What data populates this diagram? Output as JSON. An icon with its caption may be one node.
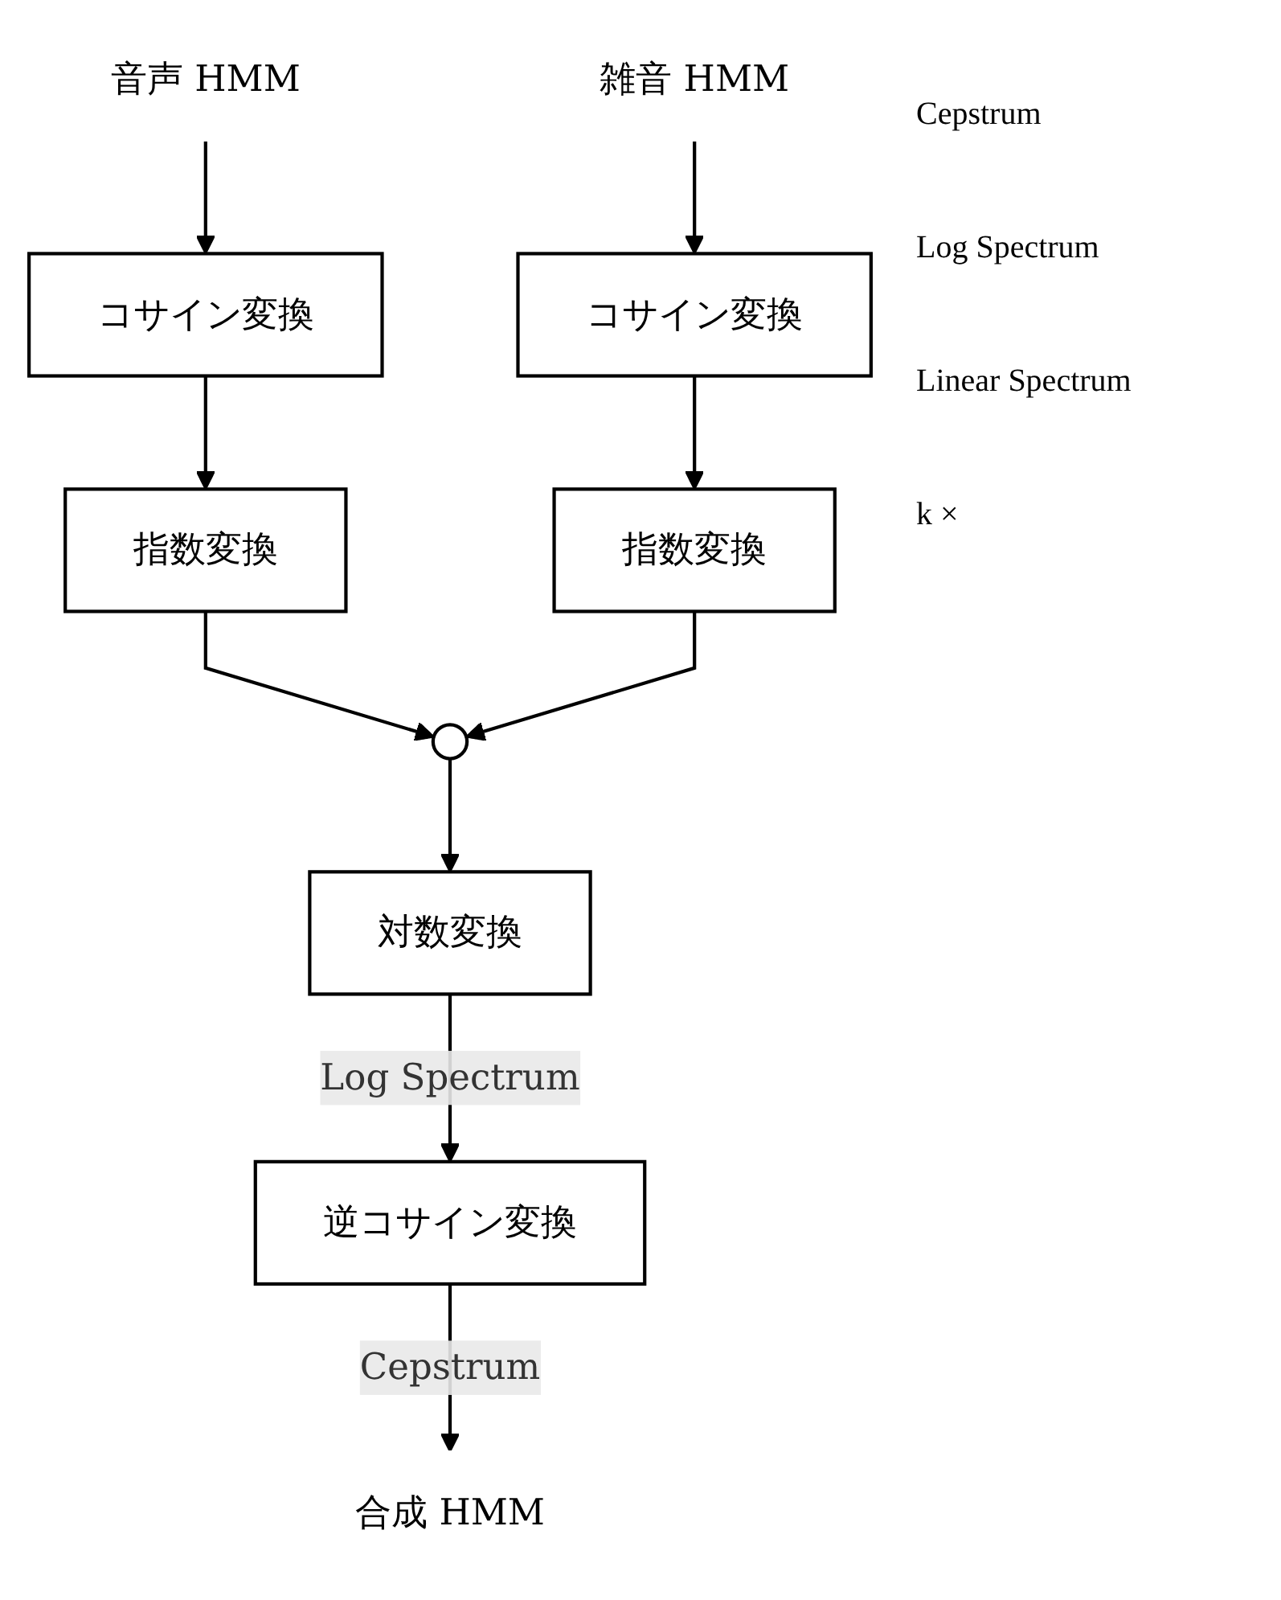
{
  "diagram": {
    "nodes": [
      {
        "text": [
          "音声 HMM"
        ]
      },
      {
        "text": [
          "雑音 HMM"
        ]
      },
      {
        "text": [
          "コサイン変換"
        ]
      },
      {
        "text": [
          "コサイン変換"
        ]
      },
      {
        "text": [
          "指数変換"
        ]
      },
      {
        "text": [
          "指数変換"
        ]
      },
      {
        "text": [],
        "shape": "circle"
      },
      {
        "text": [
          "対数変換"
        ]
      },
      {
        "text": [
          "逆コサイン変換"
        ]
      },
      {
        "text": [
          "合成 HMM"
        ]
      }
    ],
    "edges": [
      {
        "from": 0,
        "to": 2,
        "arrow": "to"
      },
      {
        "from": 1,
        "to": 3,
        "arrow": "to"
      },
      {
        "from": 2,
        "to": 4,
        "arrow": "to"
      },
      {
        "from": 3,
        "to": 5,
        "arrow": "to"
      },
      {
        "from": 4,
        "to": 6,
        "arrow": "to"
      },
      {
        "from": 5,
        "to": 6,
        "arrow": "to"
      },
      {
        "from": 6,
        "to": 7,
        "arrow": "to"
      },
      {
        "from": 7,
        "to": 8,
        "arrow": "to",
        "label": "Log Spectrum"
      },
      {
        "from": 8,
        "to": 9,
        "arrow": "to",
        "label": "Cepstrum"
      }
    ],
    "labels": [
      "Cepstrum",
      "Log Spectrum",
      "Linear Spectrum",
      "k ×"
    ]
  }
}
